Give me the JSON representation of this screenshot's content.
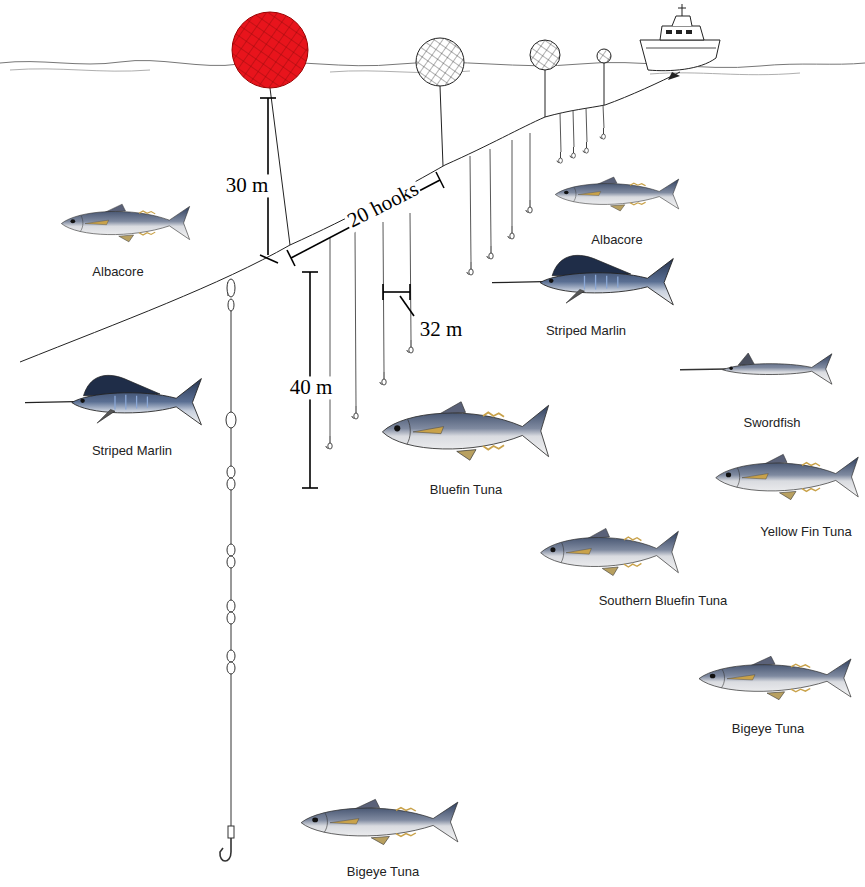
{
  "diagram": {
    "labels": [
      "30 m",
      "20 hooks",
      "32 m",
      "40 m",
      "Albacore",
      "Albacore",
      "Striped Marlin",
      "Striped Marlin",
      "Bluefin Tuna",
      "Swordfish",
      "Yellow Fin Tuna",
      "Southern Bluefin Tuna",
      "Bigeye Tuna",
      "Bigeye Tuna"
    ]
  }
}
